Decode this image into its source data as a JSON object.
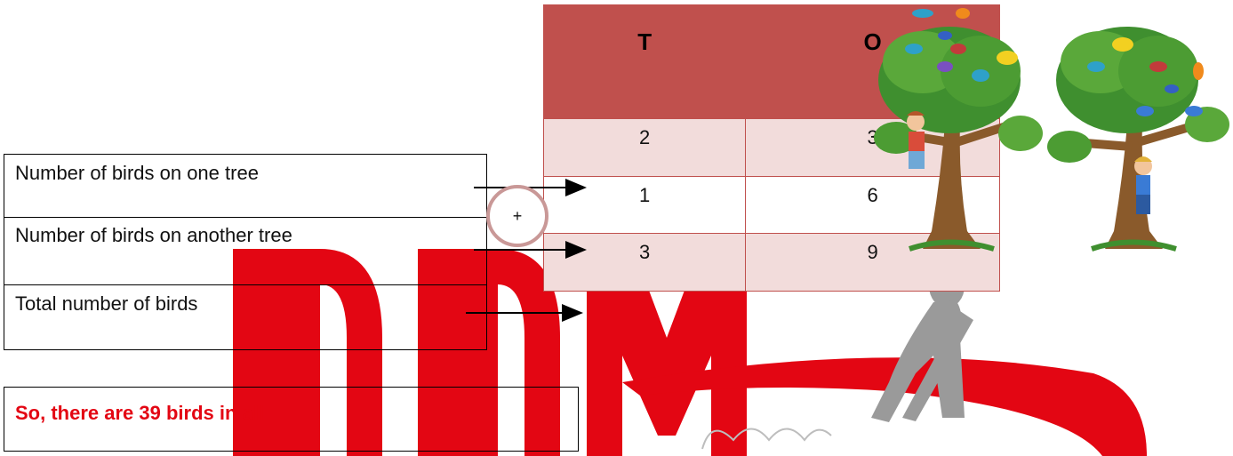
{
  "rows": [
    {
      "label": "Number of birds on one tree"
    },
    {
      "label": "Number of birds on another tree"
    },
    {
      "label": "Total number of birds"
    }
  ],
  "operator": "+",
  "place_value_table": {
    "headers": [
      "T",
      "O"
    ],
    "rows": [
      [
        "2",
        "3"
      ],
      [
        "1",
        "6"
      ],
      [
        "3",
        "9"
      ]
    ]
  },
  "answer": "So, there are 39 birds in all",
  "colors": {
    "table_header": "#c0504d",
    "row_pink": "#f2dcdb",
    "answer_text": "#e30613"
  },
  "illustration": {
    "icon": "trees-with-birds-icon"
  }
}
